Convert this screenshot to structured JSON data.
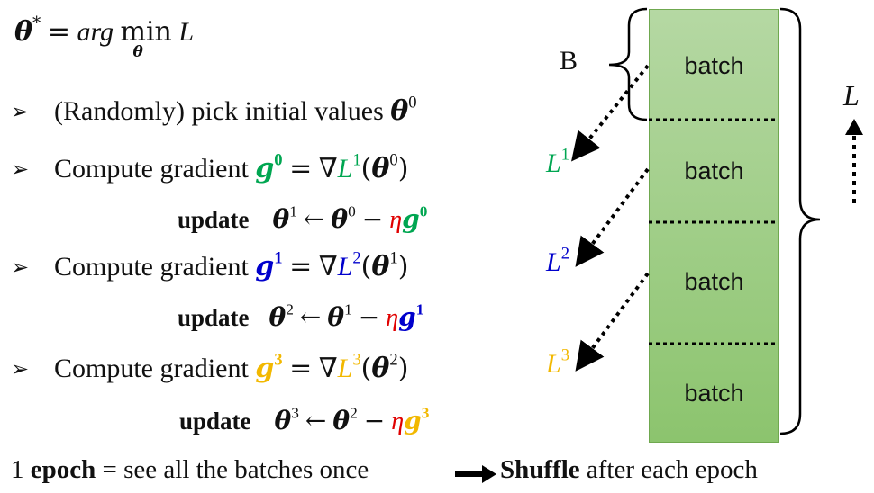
{
  "header": {
    "theta": "θ",
    "star": "*",
    "eq": "=",
    "arg": "arg",
    "min": "min",
    "min_sub": "θ",
    "L": "L"
  },
  "bullet_symbol": "➢",
  "steps": {
    "init": {
      "text": "(Randomly) pick initial values",
      "theta": "θ",
      "sup": "0"
    },
    "compute0": {
      "label": "Compute gradient",
      "g": "g",
      "gsup": "0",
      "eq": "=",
      "nabla": "∇",
      "L": "L",
      "Lsup": "1",
      "open": "(",
      "theta": "θ",
      "tsup": "0",
      "close": ")"
    },
    "update1": {
      "label": "update",
      "theta": "θ",
      "lhs_sup": "1",
      "arrow": "←",
      "rhs_sup": "0",
      "minus": "−",
      "eta": "η",
      "g": "g",
      "gsup": "0"
    },
    "compute1": {
      "label": "Compute gradient",
      "g": "g",
      "gsup": "1",
      "eq": "=",
      "nabla": "∇",
      "L": "L",
      "Lsup": "2",
      "open": "(",
      "theta": "θ",
      "tsup": "1",
      "close": ")"
    },
    "update2": {
      "label": "update",
      "theta": "θ",
      "lhs_sup": "2",
      "arrow": "←",
      "rhs_sup": "1",
      "minus": "−",
      "eta": "η",
      "g": "g",
      "gsup": "1"
    },
    "compute2": {
      "label": "Compute gradient",
      "g": "g",
      "gsup": "3",
      "eq": "=",
      "nabla": "∇",
      "L": "L",
      "Lsup": "3",
      "open": "(",
      "theta": "θ",
      "tsup": "2",
      "close": ")"
    },
    "update3": {
      "label": "update",
      "theta": "θ",
      "lhs_sup": "3",
      "arrow": "←",
      "rhs_sup": "2",
      "minus": "−",
      "eta": "η",
      "g": "g",
      "gsup": "3"
    }
  },
  "footer": {
    "epoch_prefix": "1",
    "epoch_word": "epoch",
    "epoch_rest": "= see all the batches once",
    "shuffle_word": "Shuffle",
    "shuffle_rest": "after each epoch"
  },
  "diagram": {
    "B_label": "B",
    "batches": [
      "batch",
      "batch",
      "batch",
      "batch"
    ],
    "losses": [
      {
        "L": "L",
        "sup": "1"
      },
      {
        "L": "L",
        "sup": "2"
      },
      {
        "L": "L",
        "sup": "3"
      }
    ],
    "right_L": "L"
  },
  "colors": {
    "green": "#00a651",
    "blue": "#0000cc",
    "gold": "#f2b800",
    "red": "#e00000",
    "batch_top": "#b5d8a3",
    "batch_bottom": "#8cc46e"
  }
}
